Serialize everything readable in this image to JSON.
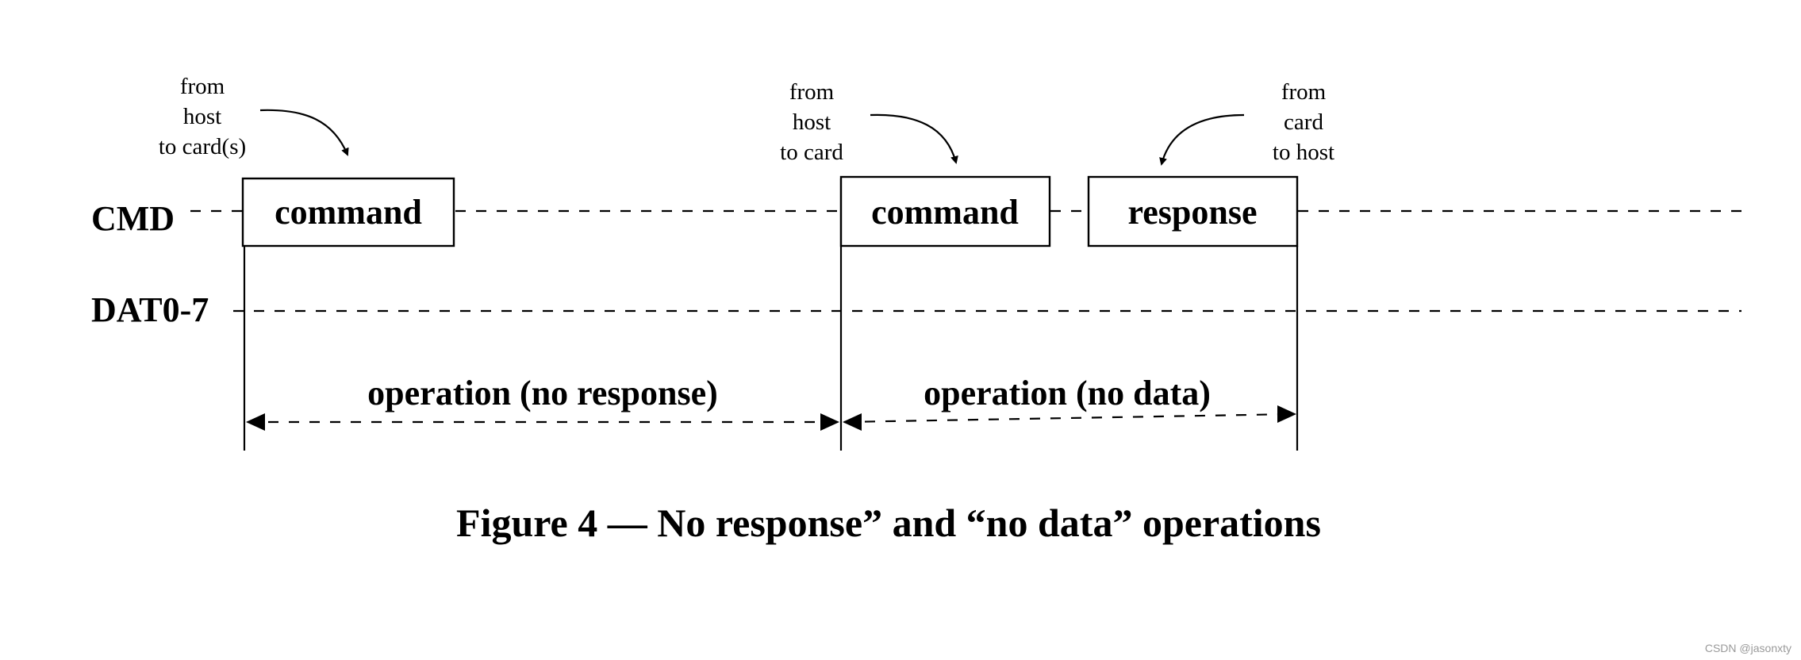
{
  "signals": {
    "cmd": "CMD",
    "dat": "DAT0-7"
  },
  "notes": {
    "host_to_cards": [
      "from",
      "host",
      "to card(s)"
    ],
    "host_to_card": [
      "from",
      "host",
      "to card"
    ],
    "card_to_host": [
      "from",
      "card",
      "to host"
    ]
  },
  "boxes": {
    "command_1": "command",
    "command_2": "command",
    "response": "response"
  },
  "operations": {
    "no_response": "operation (no response)",
    "no_data": "operation (no data)"
  },
  "caption": "Figure 4 — No response” and “no data” operations",
  "watermark": "CSDN @jasonxty"
}
